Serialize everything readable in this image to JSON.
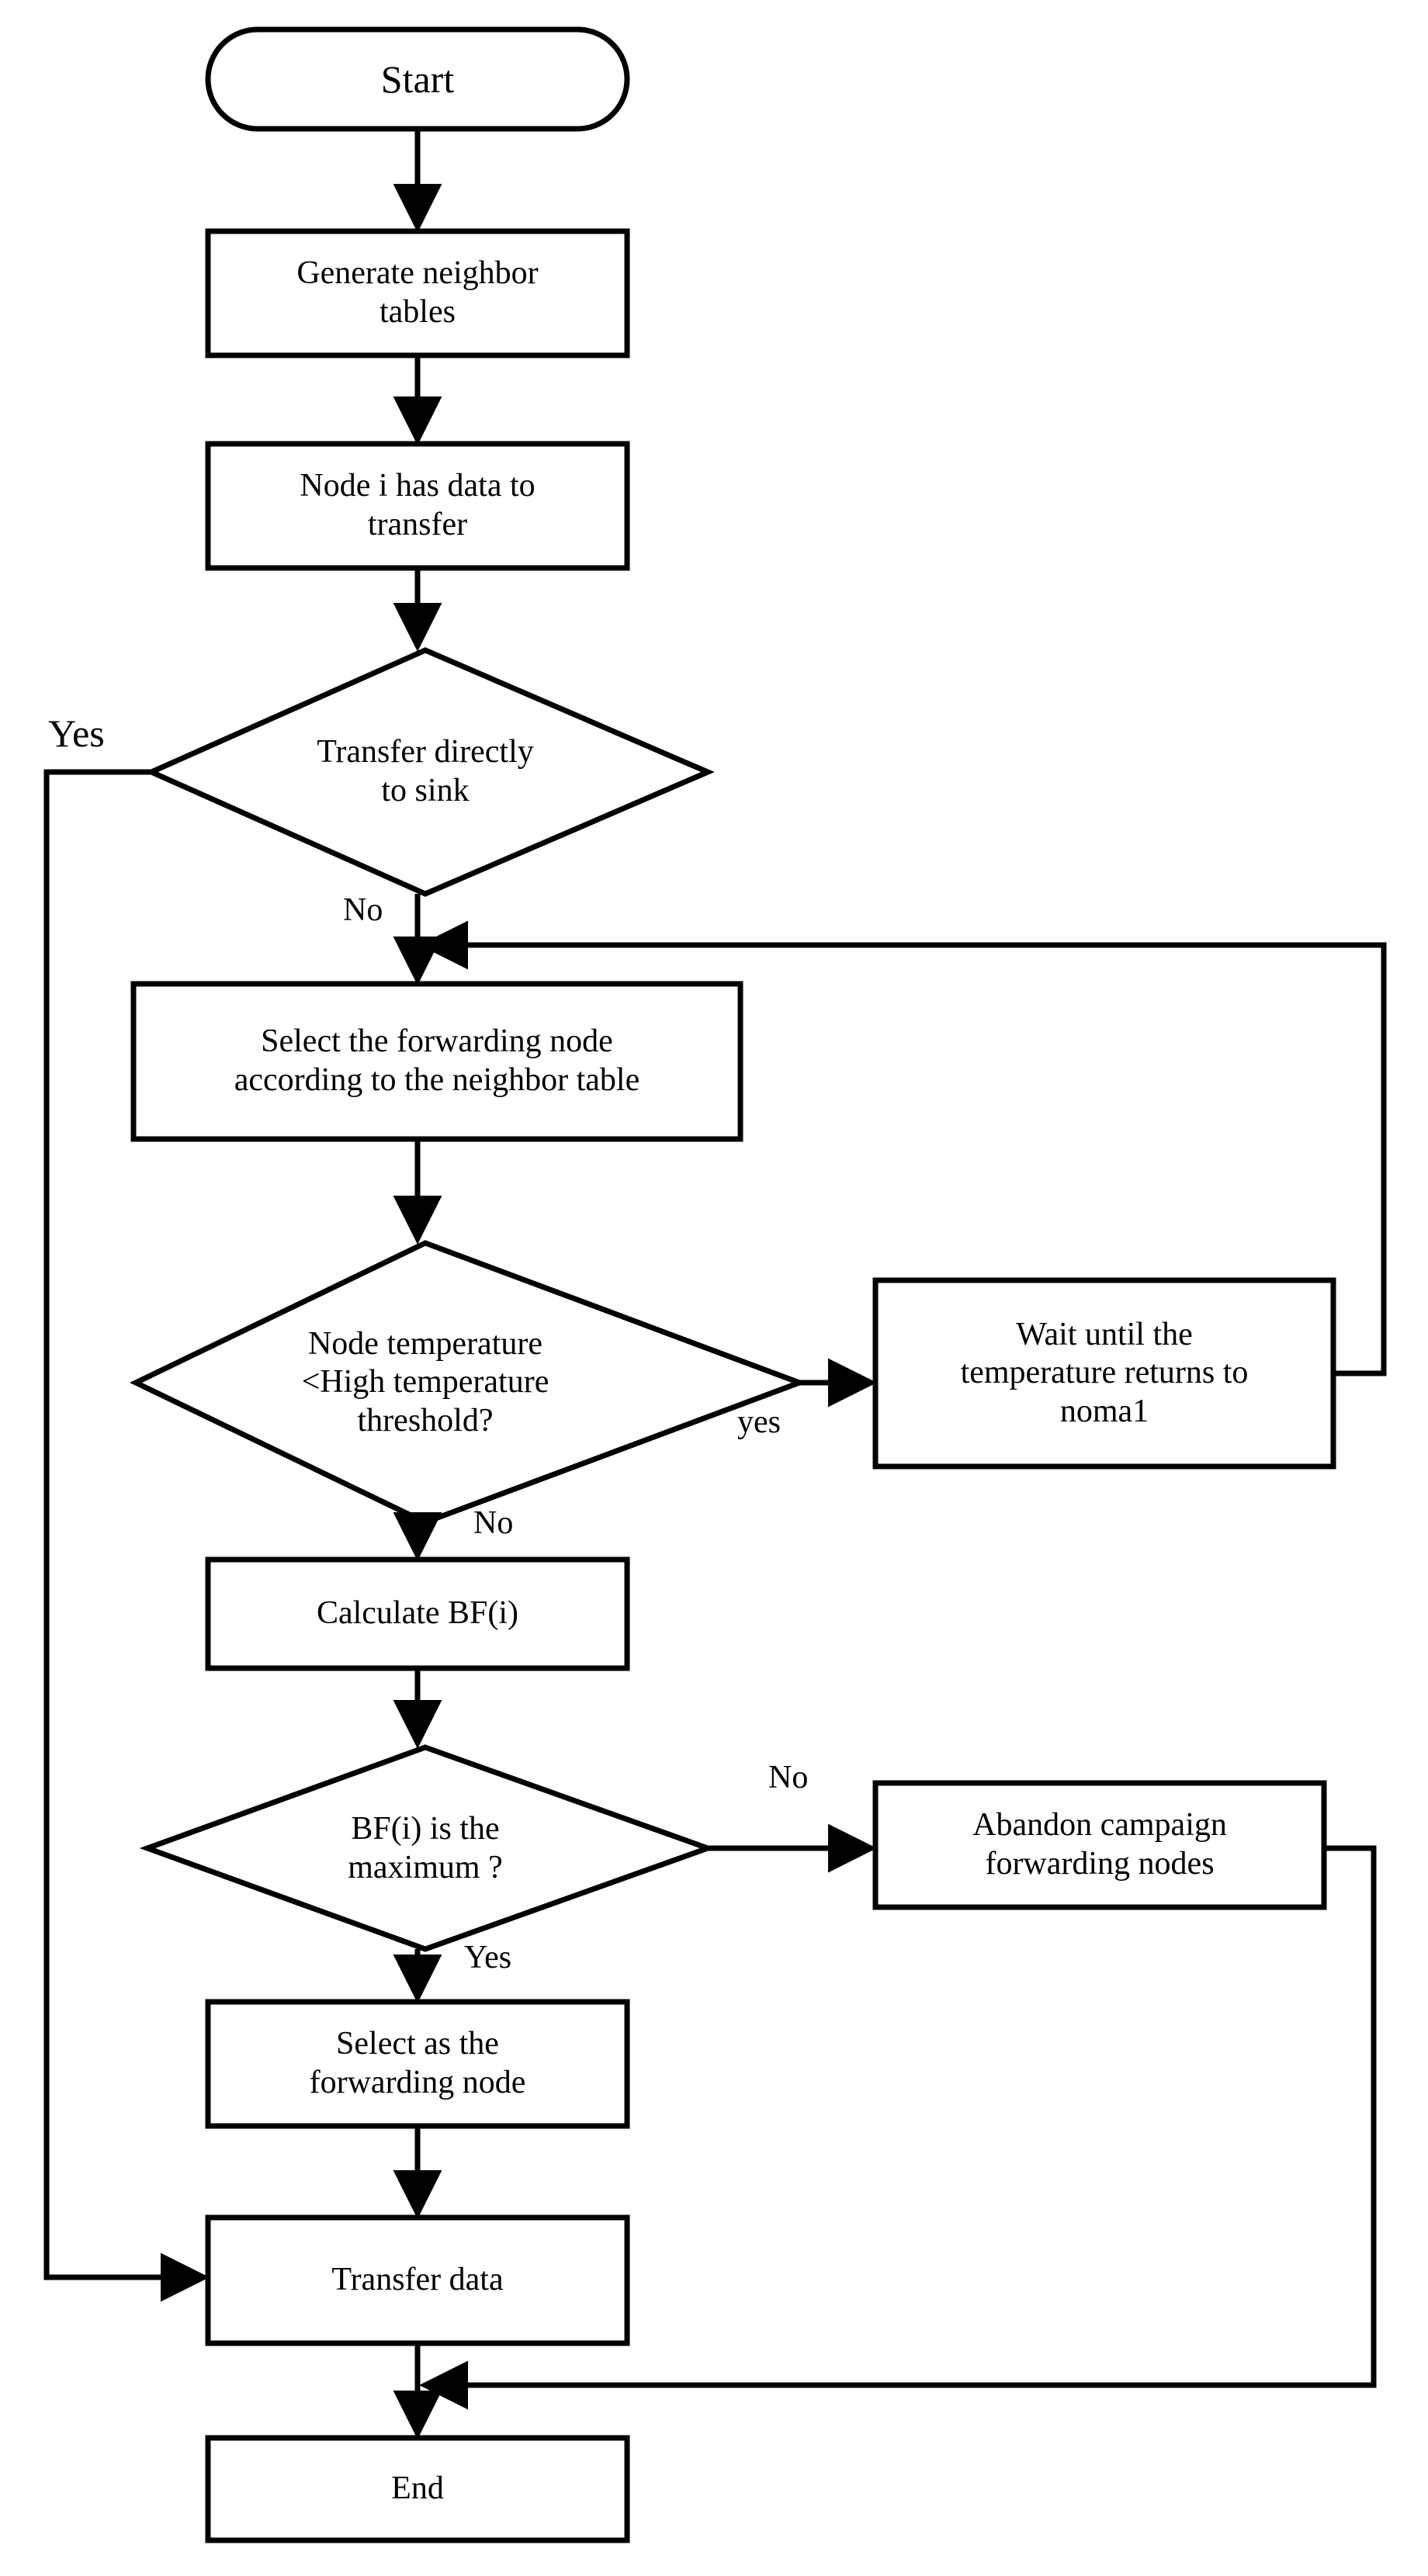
{
  "diagram": {
    "type": "flowchart",
    "title": "",
    "stroke_color": "#000000",
    "fill_color": "#ffffff",
    "background": "#ffffff",
    "nodes": [
      {
        "id": "start",
        "shape": "terminator",
        "label": "Start"
      },
      {
        "id": "gen_tables",
        "shape": "process",
        "label": "Generate neighbor\ntables"
      },
      {
        "id": "has_data",
        "shape": "process",
        "label": "Node i has data to\ntransfer"
      },
      {
        "id": "direct_sink",
        "shape": "decision",
        "label": "Transfer directly\nto sink"
      },
      {
        "id": "select_fwd",
        "shape": "process",
        "label": "Select the forwarding node\naccording to the neighbor table"
      },
      {
        "id": "temp_check",
        "shape": "decision",
        "label": "Node temperature\n<High temperature\nthreshold?"
      },
      {
        "id": "wait_temp",
        "shape": "process",
        "label": "Wait until the\ntemperature returns to\nnoma1"
      },
      {
        "id": "calc_bf",
        "shape": "process",
        "label": "Calculate BF(i)"
      },
      {
        "id": "bf_max",
        "shape": "decision",
        "label": "BF(i) is the\nmaximum ?"
      },
      {
        "id": "abandon",
        "shape": "process",
        "label": "Abandon campaign\nforwarding nodes"
      },
      {
        "id": "select_node",
        "shape": "process",
        "label": "Select as the\nforwarding node"
      },
      {
        "id": "transfer",
        "shape": "process",
        "label": "Transfer data"
      },
      {
        "id": "end",
        "shape": "process",
        "label": "End"
      }
    ],
    "edge_labels": [
      {
        "id": "yes_direct",
        "text": "Yes",
        "from": "direct_sink",
        "to": "transfer"
      },
      {
        "id": "no_direct",
        "text": "No",
        "from": "direct_sink",
        "to": "select_fwd"
      },
      {
        "id": "yes_temp",
        "text": "yes",
        "from": "temp_check",
        "to": "wait_temp"
      },
      {
        "id": "no_temp",
        "text": "No",
        "from": "temp_check",
        "to": "calc_bf"
      },
      {
        "id": "no_bfmax",
        "text": "No",
        "from": "bf_max",
        "to": "abandon"
      },
      {
        "id": "yes_bfmax",
        "text": "Yes",
        "from": "bf_max",
        "to": "select_node"
      }
    ]
  }
}
